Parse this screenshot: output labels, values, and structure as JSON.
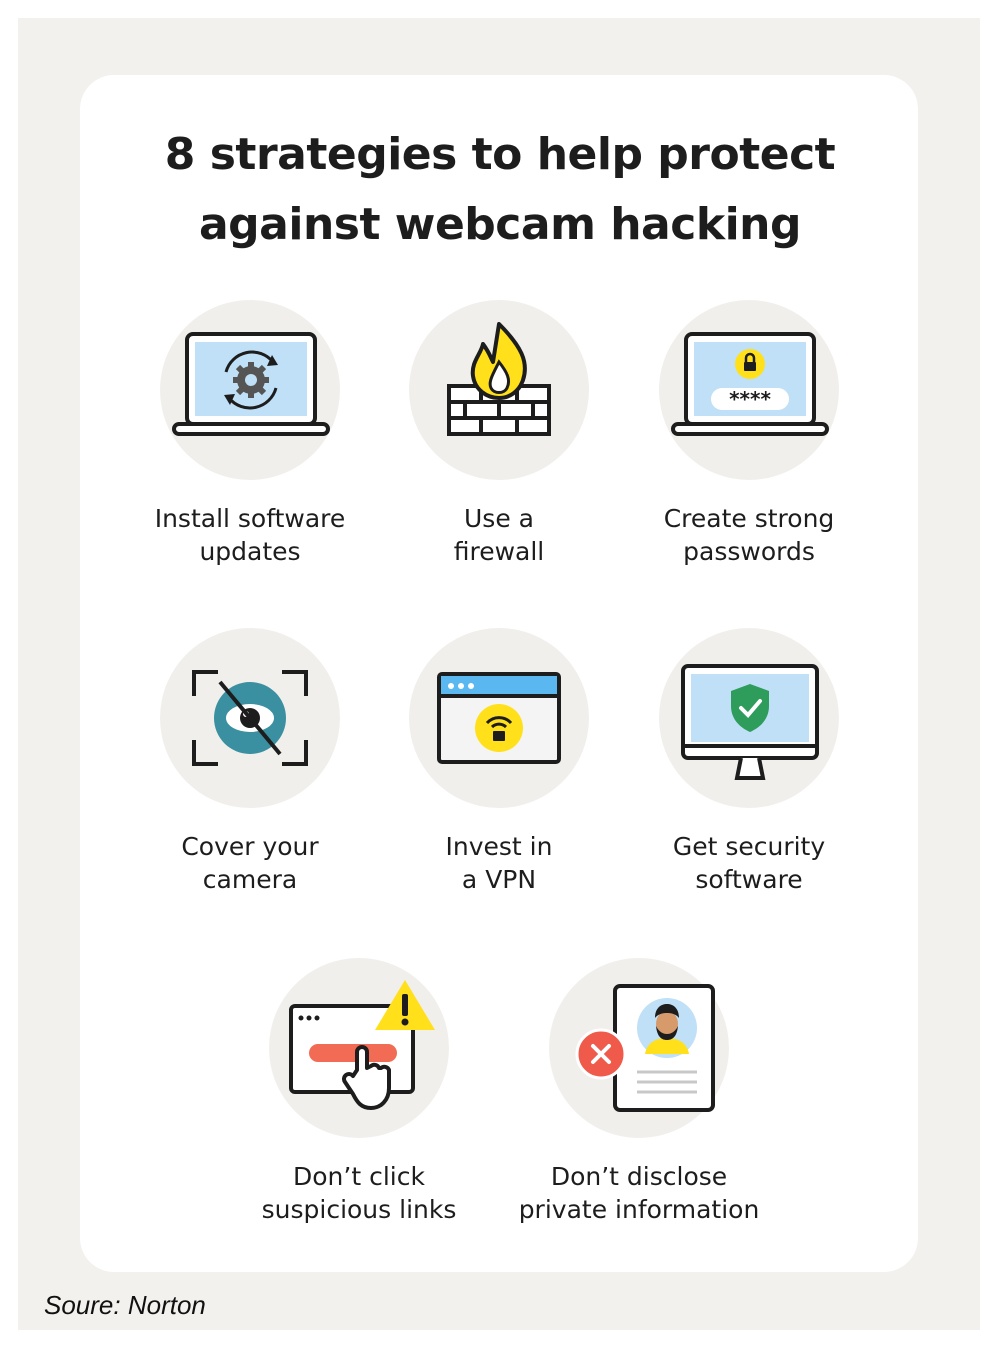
{
  "title": {
    "line1": "8 strategies to help protect",
    "line2": "against webcam hacking"
  },
  "strategies": [
    {
      "line1": "Install software",
      "line2": "updates",
      "icon": "laptop-update-icon"
    },
    {
      "line1": "Use a",
      "line2": "firewall",
      "icon": "firewall-icon"
    },
    {
      "line1": "Create strong",
      "line2": "passwords",
      "icon": "laptop-password-icon"
    },
    {
      "line1": "Cover your",
      "line2": "camera",
      "icon": "eye-slash-icon"
    },
    {
      "line1": "Invest in",
      "line2": "a VPN",
      "icon": "vpn-browser-icon"
    },
    {
      "line1": "Get security",
      "line2": "software",
      "icon": "monitor-shield-icon"
    },
    {
      "line1": "Don’t click",
      "line2": "suspicious links",
      "icon": "warning-link-icon"
    },
    {
      "line1": "Don’t disclose",
      "line2": "private information",
      "icon": "profile-card-icon"
    }
  ],
  "password_mask": "****",
  "source": "Soure: Norton",
  "colors": {
    "background": "#f3f1ee",
    "card": "#ffffff",
    "circle": "#f1efec",
    "yellow": "#ffe01b",
    "screen_blue": "#bfe0f7",
    "teal": "#3a8fa0",
    "green": "#2e9c5a",
    "red": "#f05a4a",
    "text": "#1d1d1d"
  }
}
